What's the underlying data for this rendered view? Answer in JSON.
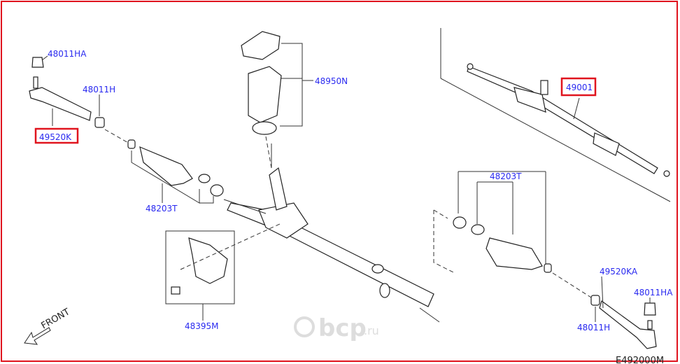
{
  "labels": {
    "nut_left": "48011HA",
    "locknut_left": "48011H",
    "tie_rod_end_left": "49520K",
    "boot_kit_top": "48950N",
    "boot_left": "48203T",
    "bracket": "48395M",
    "front": "FRONT",
    "gear_assembly": "49001",
    "boot_right": "48203T",
    "tie_rod_end_right": "49520KA",
    "nut_right": "48011HA",
    "locknut_right": "48011H",
    "diagram_code": "E492000M"
  },
  "watermark": {
    "brand": "abcp",
    "suffix": ".ru"
  },
  "colors": {
    "highlight": "#e0141e",
    "label": "#2a2af0"
  }
}
